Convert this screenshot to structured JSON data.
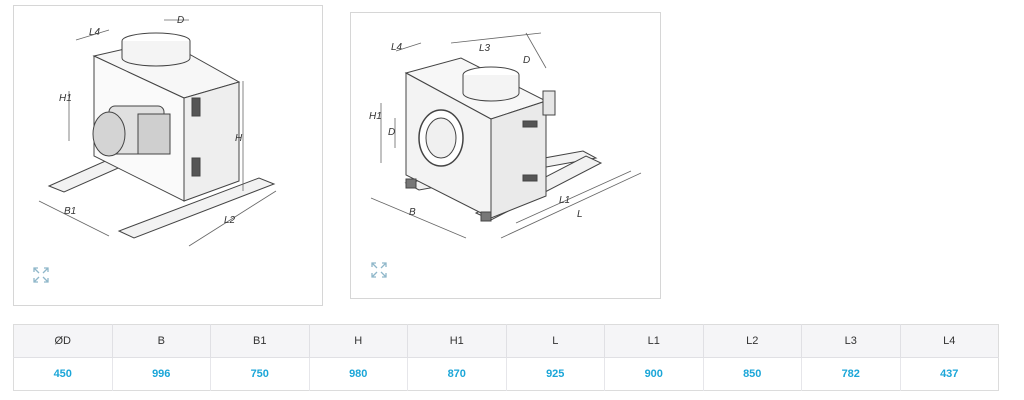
{
  "drawing_1": {
    "labels": {
      "d": "D",
      "l4": "L4",
      "h1": "H1",
      "h": "H",
      "b1": "B1",
      "l2": "L2"
    },
    "expand_icon": "expand-arrows-icon"
  },
  "drawing_2": {
    "labels": {
      "l4": "L4",
      "l3": "L3",
      "d_top": "D",
      "h1": "H1",
      "d_side": "D",
      "b": "B",
      "l1": "L1",
      "l": "L"
    },
    "expand_icon": "expand-arrows-icon"
  },
  "table": {
    "headers": [
      "ØD",
      "B",
      "B1",
      "H",
      "H1",
      "L",
      "L1",
      "L2",
      "L3",
      "L4"
    ],
    "values": [
      "450",
      "996",
      "750",
      "980",
      "870",
      "925",
      "900",
      "850",
      "782",
      "437"
    ]
  },
  "colors": {
    "value_text": "#1ba6d8",
    "header_bg": "#f5f5f7",
    "border": "#d6d6d6"
  }
}
